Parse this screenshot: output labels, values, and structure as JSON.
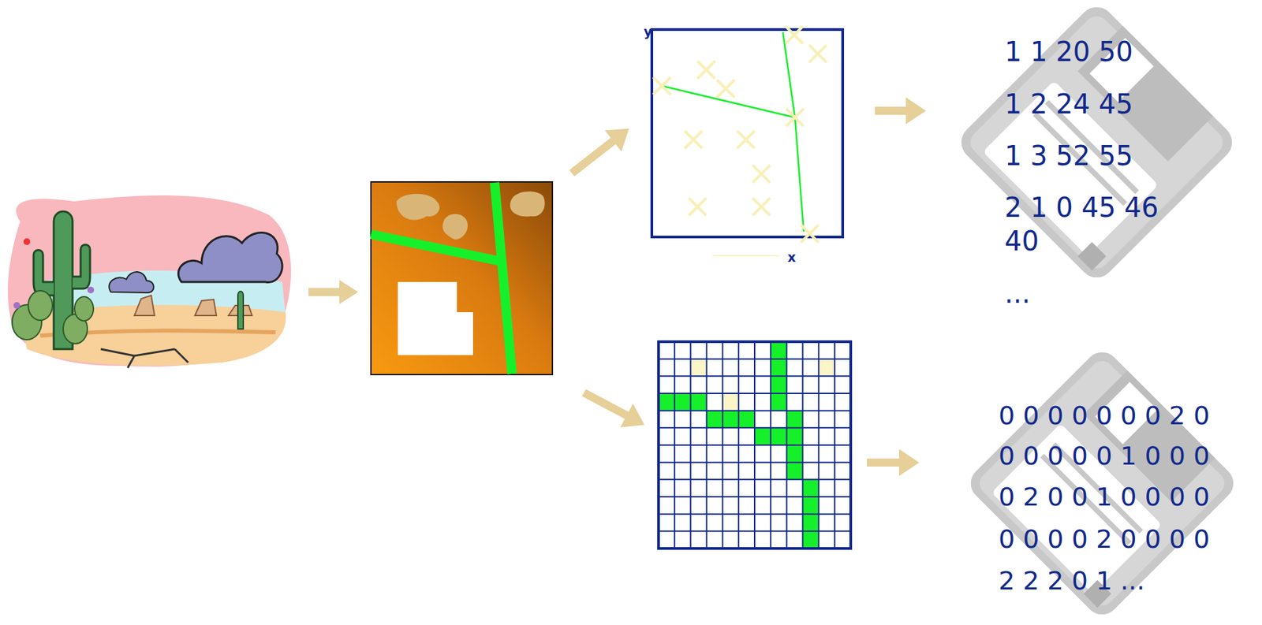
{
  "diagram": {
    "labels": [
      "y",
      "x",
      "1 1 20 50",
      "1 2 24 45",
      "1 3 52 55",
      "2 1 0 45 46 40",
      "...",
      "0 0 0 0 0 0 0 2 0",
      "0 0 0 0 0 1 0 0 0",
      "0 2 0 0 1 0 0 0 0",
      "0 0 0 0 2 0 0 0 0",
      "2 2 2 0 1 ..."
    ]
  }
}
